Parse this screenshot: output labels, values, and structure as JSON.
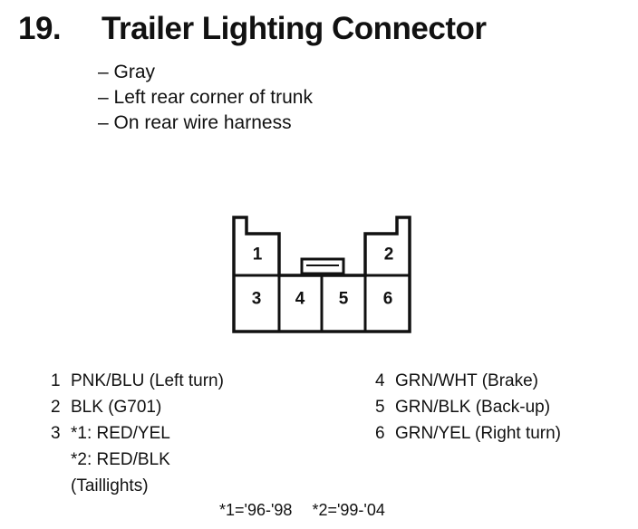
{
  "title": {
    "number": "19.",
    "text": "Trailer Lighting Connector"
  },
  "details": [
    "– Gray",
    "– Left rear corner of trunk",
    "– On rear wire harness"
  ],
  "connector": {
    "pins": [
      "1",
      "2",
      "3",
      "4",
      "5",
      "6"
    ]
  },
  "legend": {
    "left": [
      {
        "num": "1",
        "text": "PNK/BLU (Left turn)"
      },
      {
        "num": "2",
        "text": "BLK (G701)"
      },
      {
        "num": "3",
        "text": "*1: RED/YEL"
      },
      {
        "num": "",
        "text": "*2: RED/BLK"
      },
      {
        "num": "",
        "text": "(Taillights)"
      }
    ],
    "right": [
      {
        "num": "4",
        "text": "GRN/WHT (Brake)"
      },
      {
        "num": "5",
        "text": "GRN/BLK (Back-up)"
      },
      {
        "num": "6",
        "text": "GRN/YEL (Right turn)"
      }
    ]
  },
  "footnotes": [
    "*1='96-'98",
    "*2='99-'04"
  ]
}
